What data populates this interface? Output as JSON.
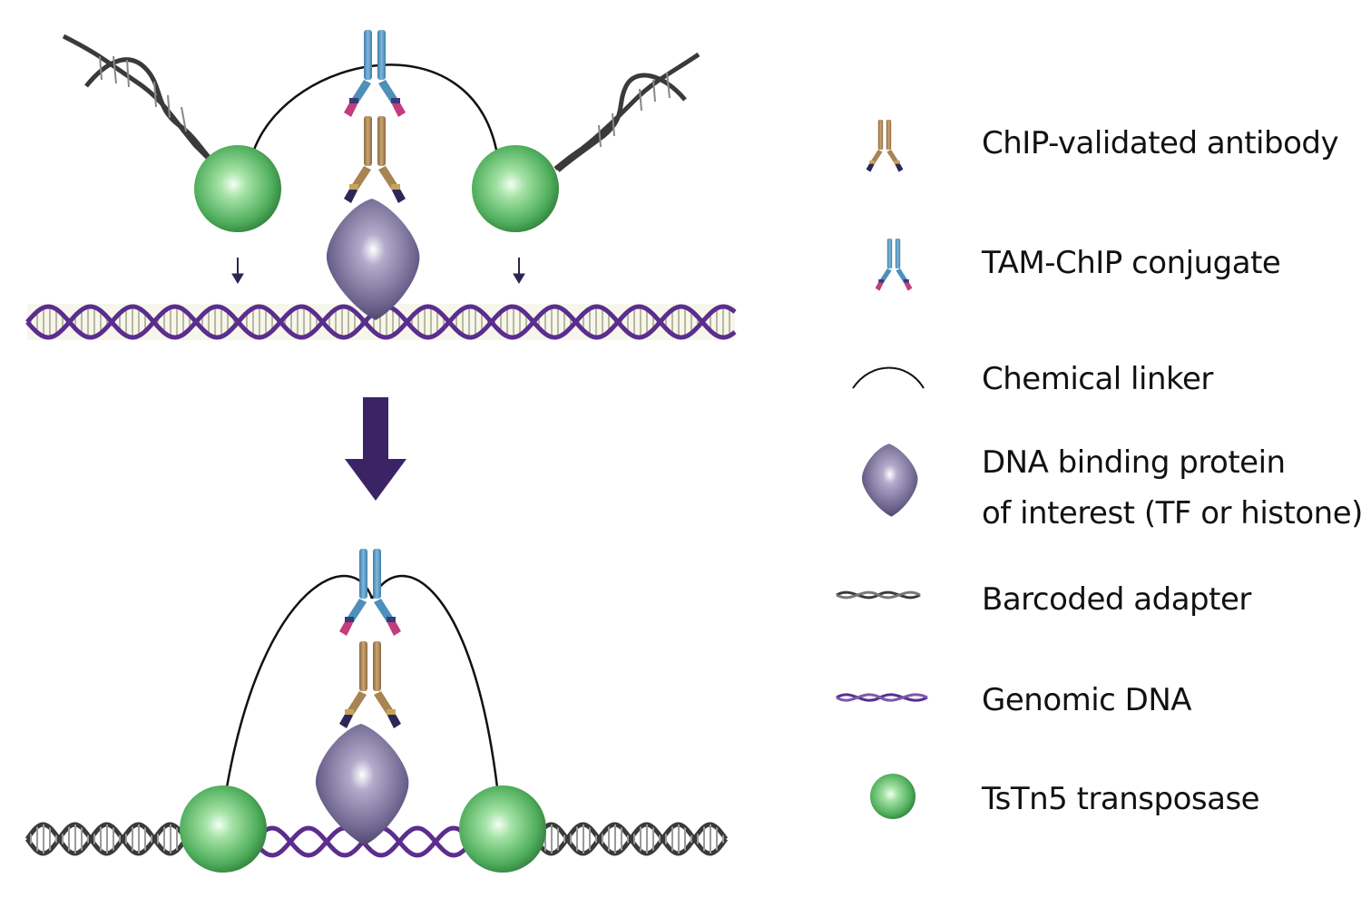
{
  "legend": [
    {
      "icon": "antibody-icon",
      "lines": [
        "ChIP-validated antibody"
      ]
    },
    {
      "icon": "tam-chip-conjugate-icon",
      "lines": [
        "TAM-ChIP conjugate"
      ]
    },
    {
      "icon": "chemical-linker-icon",
      "lines": [
        "Chemical linker"
      ]
    },
    {
      "icon": "dna-binding-protein-icon",
      "lines": [
        "DNA binding protein",
        "of interest (TF or histone)"
      ]
    },
    {
      "icon": "barcoded-adapter-icon",
      "lines": [
        "Barcoded adapter"
      ]
    },
    {
      "icon": "genomic-dna-icon",
      "lines": [
        "Genomic DNA"
      ]
    },
    {
      "icon": "tstn5-transposase-icon",
      "lines": [
        "TsTn5 transposase"
      ]
    }
  ],
  "colors": {
    "antibody_body": "#b48e5c",
    "antibody_tip": "#2c2a55",
    "conjugate_body": "#5d9cc6",
    "conjugate_tip": "#c8407f",
    "protein": "#6f6690",
    "transposase": "#5cb56a",
    "genomic_dna": "#5b2d8e",
    "adapter": "#3c3c3c",
    "arrow": "#3b2466"
  }
}
